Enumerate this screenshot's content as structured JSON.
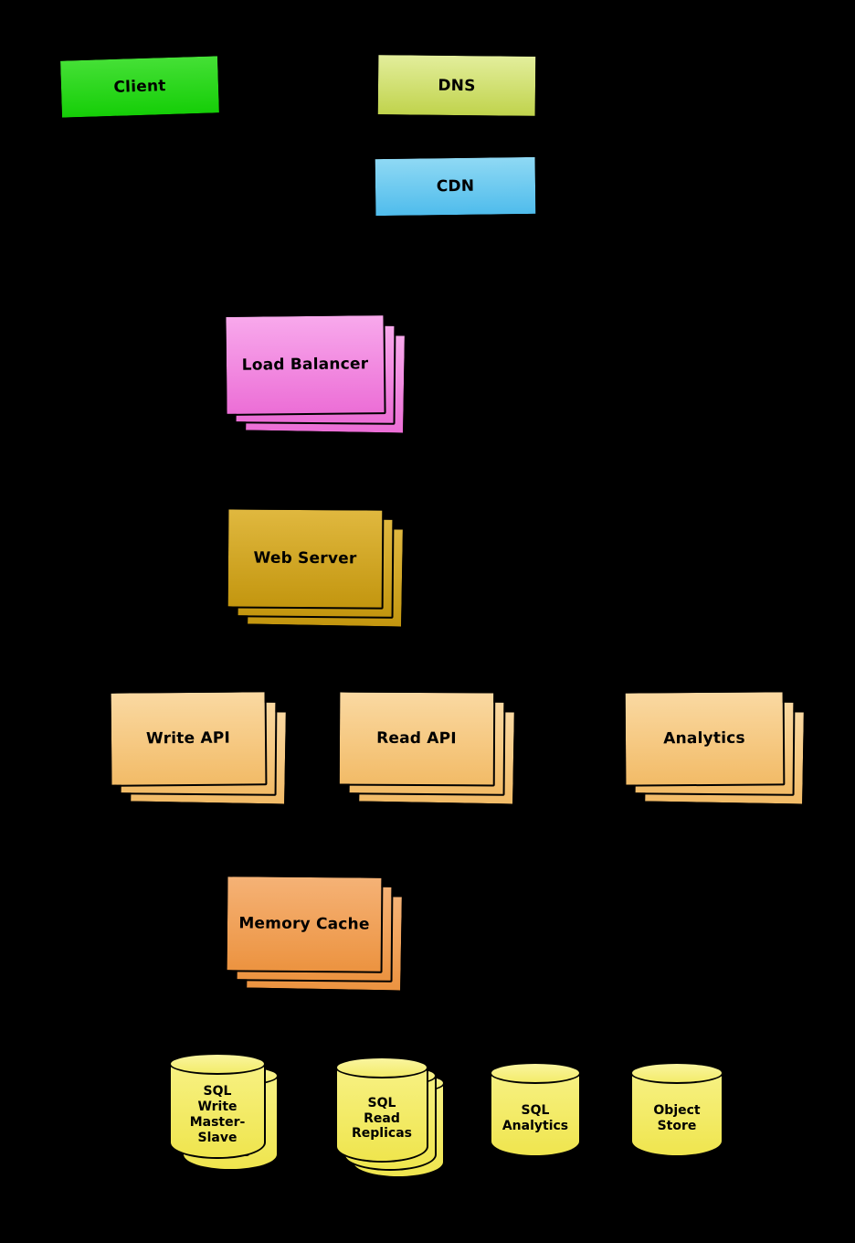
{
  "diagram": {
    "background_color": "#000000",
    "text_color": "#000000",
    "nodes": {
      "client": {
        "label": "Client",
        "color": "#2bd41d",
        "shape": "box",
        "stack": 1
      },
      "dns": {
        "label": "DNS",
        "color": "#cbdd55",
        "shape": "box",
        "stack": 1
      },
      "cdn": {
        "label": "CDN",
        "color": "#62c6ef",
        "shape": "box",
        "stack": 1
      },
      "load_balancer": {
        "label": "Load Balancer",
        "color": "#ef83dd",
        "shape": "box",
        "stack": 3
      },
      "web_server": {
        "label": "Web Server",
        "color": "#d2a41e",
        "shape": "box",
        "stack": 3
      },
      "write_api": {
        "label": "Write API",
        "color": "#f6c983",
        "shape": "box",
        "stack": 3
      },
      "read_api": {
        "label": "Read API",
        "color": "#f6c983",
        "shape": "box",
        "stack": 3
      },
      "analytics": {
        "label": "Analytics",
        "color": "#f6c983",
        "shape": "box",
        "stack": 3
      },
      "memory_cache": {
        "label": "Memory Cache",
        "color": "#f1a04f",
        "shape": "box",
        "stack": 3
      },
      "sql_write": {
        "label": "SQL\nWrite\nMaster-\nSlave",
        "back_label": "Slave",
        "color": "#f4ee67",
        "shape": "cylinder",
        "stack": 2
      },
      "sql_read": {
        "label": "SQL\nRead\nReplicas",
        "color": "#f4ee67",
        "shape": "cylinder",
        "stack": 3
      },
      "sql_analytics": {
        "label": "SQL\nAnalytics",
        "color": "#f4ee67",
        "shape": "cylinder",
        "stack": 1
      },
      "object_store": {
        "label": "Object\nStore",
        "color": "#f4ee67",
        "shape": "cylinder",
        "stack": 1
      }
    }
  }
}
